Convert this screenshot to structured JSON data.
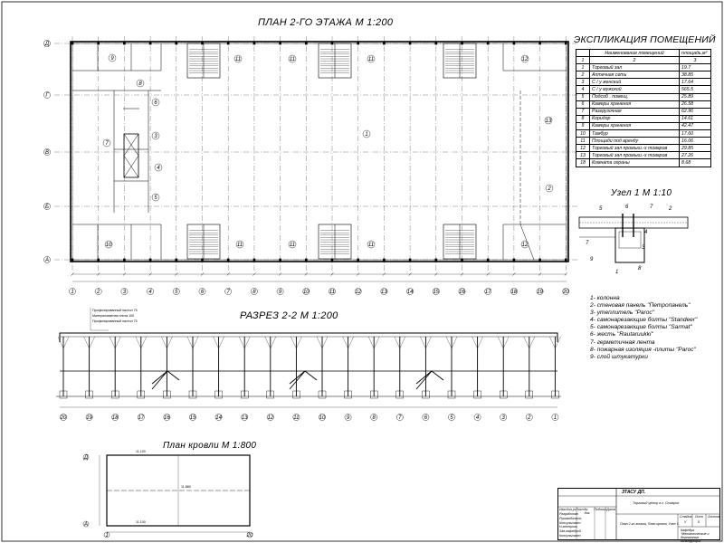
{
  "plan": {
    "title": "ПЛАН  2-ГО ЭТАЖА М 1:200",
    "rows": [
      "Д",
      "Г",
      "В",
      "Б",
      "А"
    ],
    "cols": [
      "1",
      "2",
      "3",
      "4",
      "5",
      "6",
      "7",
      "8",
      "9",
      "10",
      "11",
      "12",
      "13",
      "14",
      "15",
      "16",
      "17",
      "18",
      "19",
      "20"
    ],
    "tags": [
      "9",
      "8",
      "11",
      "11",
      "11",
      "12",
      "6",
      "3",
      "7",
      "4",
      "5",
      "1",
      "13",
      "2",
      "10",
      "11",
      "11",
      "11",
      "12"
    ]
  },
  "explication": {
    "title": "ЭКСПЛИКАЦИЯ ПОМЕЩЕНИЙ",
    "header": [
      "Наименование помещений",
      "площадь,м²"
    ],
    "col_numbers": [
      "1",
      "2",
      "3"
    ],
    "rows": [
      [
        "1",
        "Торговый зал",
        "19.7"
      ],
      [
        "2",
        "Аптечная сеть",
        "38.85"
      ],
      [
        "3",
        "С / у женский",
        "17.64"
      ],
      [
        "4",
        "С / у мужской",
        "565.5"
      ],
      [
        "5",
        "Подсоб . помещ.",
        "25.89"
      ],
      [
        "6",
        "Камеры хранения",
        "26.58"
      ],
      [
        "7",
        "Разгрузочная",
        "62.96"
      ],
      [
        "8",
        "Коридор",
        "14.61"
      ],
      [
        "9",
        "Камеры хранения",
        "42.47"
      ],
      [
        "10",
        "Тамбур",
        "17.60"
      ],
      [
        "11",
        "Площади под аренду",
        "16.06"
      ],
      [
        "12",
        "Торговый зал промыш.-х товаров",
        "29.85"
      ],
      [
        "13",
        "Торговый зал промыш.-х товаров",
        "27.26"
      ],
      [
        "18",
        "Комната охраны",
        "8.68"
      ]
    ]
  },
  "node": {
    "title": "Узел 1 М 1:10",
    "tags": [
      "5",
      "6",
      "7",
      "2",
      "4",
      "7",
      "3",
      "9",
      "1",
      "8"
    ]
  },
  "legend": [
    "1- колонна",
    "2- стеновая панель \"Петропанель\"",
    "3- утеплитель \"Paroc\"",
    "4- самонарезающие болты \"Standeer\"",
    "5- самонарезающие болты \"Sarmat\"",
    "6- жесть \"Rautaruukki\"",
    "7- герметичная лента",
    "8- пожарная изоляция -плиты \"Paroc\"",
    "9- слой штукатурки"
  ],
  "section": {
    "title": "РАЗРЕЗ  2-2  М 1:200",
    "marks": [
      "Профилированный настил 75",
      "Минераловатная плита 100",
      "Профилированный настил 75"
    ],
    "cols": [
      "20",
      "19",
      "18",
      "17",
      "16",
      "15",
      "14",
      "13",
      "12",
      "11",
      "10",
      "9",
      "8",
      "7",
      "6",
      "5",
      "4",
      "3",
      "2",
      "1"
    ]
  },
  "roof": {
    "title": "План кровли М 1:800",
    "rows": [
      "Д",
      "А"
    ],
    "cols": [
      "1",
      "20"
    ],
    "marks": [
      "11.100",
      "11.100",
      "11.880"
    ]
  },
  "title_block": {
    "org": "ЗТАСУ ДП.",
    "project": "Торговый центр в г. Ставрол",
    "sheet_desc": "План 2-го этажа, План кровли, Узел 1.",
    "dept": "Кафедра \"Металлические и деревянные конструкции\"",
    "stage_label": "Стадия",
    "sheet_label": "Лист",
    "sheets_label": "Листов",
    "stage": "У",
    "sheet": "5",
    "head_cells": [
      "Изм.",
      "Кол.уч",
      "Лист",
      "№ док.",
      "Подпись",
      "Дата"
    ],
    "roles": [
      "Разработал",
      "Руководитель",
      "Консультант",
      "Н.контроль",
      "Зав.кафедрой",
      "Консультант"
    ]
  }
}
